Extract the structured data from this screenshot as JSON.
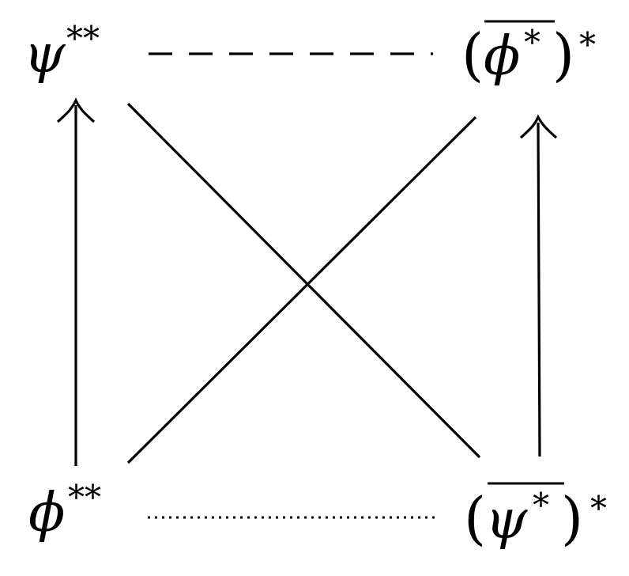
{
  "diagram": {
    "nodes": {
      "top_left": {
        "symbol": "ψ",
        "superscript": "**"
      },
      "top_right": {
        "open_paren": "(",
        "symbol": "ϕ",
        "superscript_inner": "*",
        "close_paren": ")",
        "superscript_outer": "*"
      },
      "bottom_left": {
        "symbol": "ϕ",
        "superscript": "**"
      },
      "bottom_right": {
        "open_paren": "(",
        "symbol": "ψ",
        "superscript_inner": "*",
        "close_paren": ")",
        "superscript_outer": "*"
      }
    }
  }
}
